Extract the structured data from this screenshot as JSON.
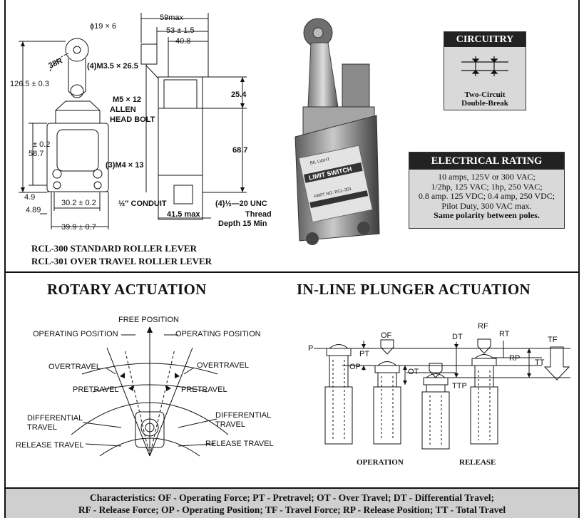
{
  "drawing": {
    "dims": {
      "d_phi19": "ϕ19 × 6",
      "d_59max": "59max",
      "d_53": "53 ± 1.5",
      "d_40_8": "40.8",
      "d_38R": "38R",
      "d_m3_5": "(4)M3.5 × 26.5",
      "d_126_5": "126.5 ± 0.3",
      "d_m5": "M5 × 12",
      "d_allen": "ALLEN",
      "d_head": "HEAD BOLT",
      "d_25_4": "25.4",
      "d_pm02": "± 0.2",
      "d_58_7": "58.7",
      "d_68_7": "68.7",
      "d_m4": "(3)M4 × 13",
      "d_4_9": "4.9",
      "d_4_89": "4.89",
      "d_30_2": "30.2 ± 0.2",
      "d_conduit": "½″ CONDUIT",
      "d_unc": "(4)½—20 UNC",
      "d_thread": "Thread",
      "d_depth": "Depth 15 Min",
      "d_41_5": "41.5 max",
      "d_39_9": "39.9 ± 0.7"
    },
    "caption_1": "RCL-300 STANDARD ROLLER LEVER",
    "caption_2": "RCL-301 OVER TRAVEL ROLLER LEVER"
  },
  "photo": {
    "plate_brand": "BIL LIGHT",
    "plate_title": "LIMIT SWITCH",
    "plate_part": "PART NO. RCL-301"
  },
  "circuitry": {
    "title": "CIRCUITRY",
    "line1": "Two-Circuit",
    "line2": "Double-Break"
  },
  "electrical": {
    "title": "ELECTRICAL RATING",
    "line1": "10 amps, 125V or 300 VAC;",
    "line2": "1/2hp, 125 VAC; 1hp, 250 VAC;",
    "line3": "0.8 amp. 125 VDC; 0.4 amp, 250 VDC;",
    "line4": "Pilot Duty, 300 VAC max.",
    "line5": "Same polarity between poles."
  },
  "rotary": {
    "title": "ROTARY ACTUATION",
    "free_position": "FREE POSITION",
    "operating_position_l": "OPERATING POSITION",
    "operating_position_r": "OPERATING POSITION",
    "overtravel_l": "OVERTRAVEL",
    "overtravel_r": "OVERTRAVEL",
    "pretravel_l": "PRETRAVEL",
    "pretravel_r": "PRETRAVEL",
    "differential_l1": "DIFFERENTIAL",
    "differential_l2": "TRAVEL",
    "differential_r1": "DIFFERENTIAL",
    "differential_r2": "TRAVEL",
    "release_l": "RELEASE TRAVEL",
    "release_r": "RELEASE TRAVEL"
  },
  "plunger": {
    "title": "IN-LINE PLUNGER ACTUATION",
    "p": "P",
    "op": "OP",
    "pt": "PT",
    "of": "OF",
    "ot": "OT",
    "dt": "DT",
    "rf": "RF",
    "rt": "RT",
    "rp": "RP",
    "tf": "TF",
    "tt": "TT",
    "ttp": "TTP",
    "operation": "OPERATION",
    "release": "RELEASE"
  },
  "footer": {
    "line1": "Characteristics: OF - Operating Force; PT - Pretravel; OT - Over Travel; DT - Differential Travel;",
    "line2": "RF - Release Force; OP - Operating Position; TF -  Travel Force; RP - Release Position; TT - Total Travel"
  }
}
